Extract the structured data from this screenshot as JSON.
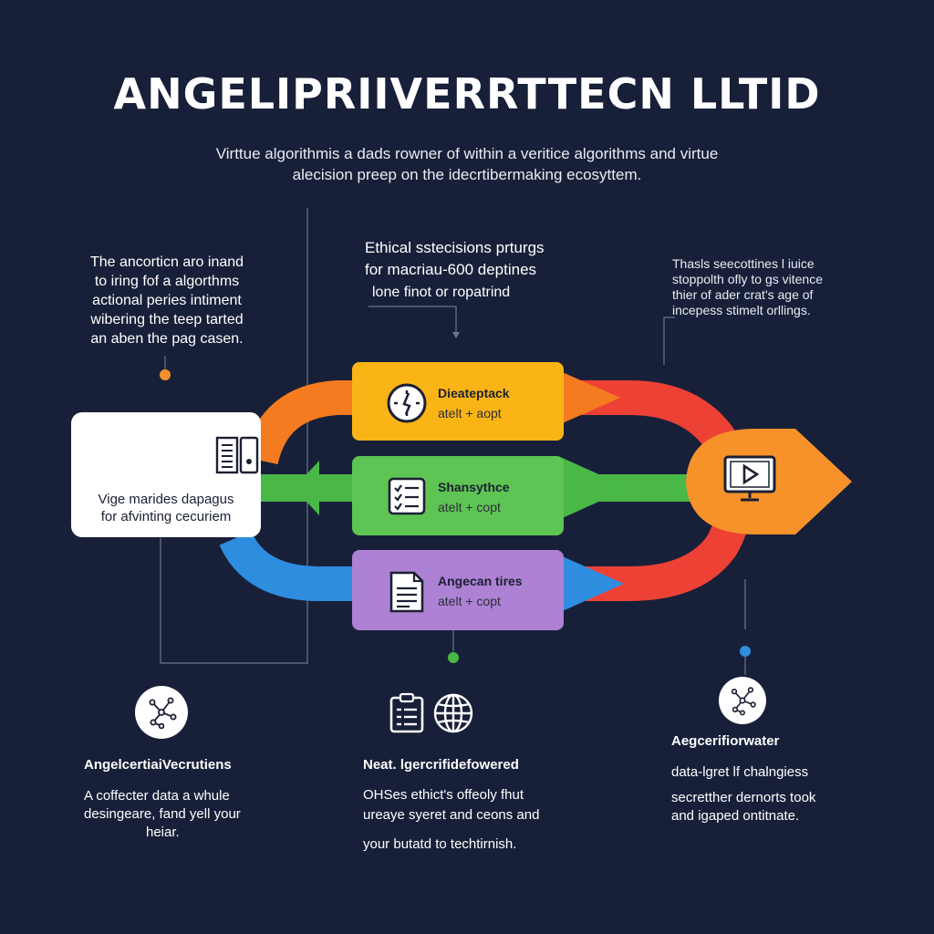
{
  "title": "ANGELIPRIIVERRTTECN LLTID",
  "subtitle": {
    "line1": "Virttue algorithmis a dads rowner of within a veritice algorithms and virtue",
    "line2": "alecision preep on the idecrtibermaking ecosyttem."
  },
  "left_note": {
    "lines": [
      "The ancorticn aro inand",
      "to iring fof a algorthms",
      "actional peries intiment",
      "wibering the teep tarted",
      "an aben the pag casen."
    ]
  },
  "middle_note": {
    "line1": "Ethical sstecisions prturgs",
    "line2": "for macriau-600 deptines",
    "sub": "lone finot or ropatrind"
  },
  "right_note": {
    "lines": [
      "Thasls seecottines l iuice",
      "stoppolth ofly to gs vitence",
      "thier of ader crat's age of",
      "incepess stimelt orllings."
    ]
  },
  "source_card": {
    "line1": "Vige marides dapagus",
    "line2": "for afvinting cecuriem",
    "icon": "document-columns-icon"
  },
  "steps": [
    {
      "title": "Dieateptack",
      "sub": "atelt + aopt",
      "color": "#fbb416",
      "icon": "clock-icon"
    },
    {
      "title": "Shansythce",
      "sub": "atelt + copt",
      "color": "#5ec453",
      "icon": "checklist-icon"
    },
    {
      "title": "Angecan tires",
      "sub": "atelt + copt",
      "color": "#ad81d4",
      "icon": "document-icon"
    }
  ],
  "target": {
    "icon": "video-monitor-icon",
    "color": "#f7922b"
  },
  "flow_colors": {
    "orange": "#f47b20",
    "green": "#49b847",
    "blue": "#2f8de0",
    "red": "#ee4136",
    "background": "#182039"
  },
  "columns": [
    {
      "title": "AngelcertiaiVecrutiens",
      "lines": [
        "A coffecter data a whule",
        "desingeare, fand yell your",
        "heiar."
      ],
      "icon": "network-nodes-icon",
      "dot_color": "#f7922b"
    },
    {
      "title": "Neat. lgercrifidefowered",
      "lines": [
        "OHSes ethict's offeoly fhut",
        "ureaye syeret and ceons and",
        "your butatd to techtirnish."
      ],
      "icons": [
        "clipboard-list-icon",
        "globe-icon"
      ],
      "dot_color": "#49b847"
    },
    {
      "title": "Aegcerifiorwater",
      "lines": [
        "data-lgret lf chalngiess",
        "secretther dernorts took",
        "and igaped ontitnate."
      ],
      "icon": "network-nodes-icon",
      "dot_color": "#2f8de0"
    }
  ]
}
